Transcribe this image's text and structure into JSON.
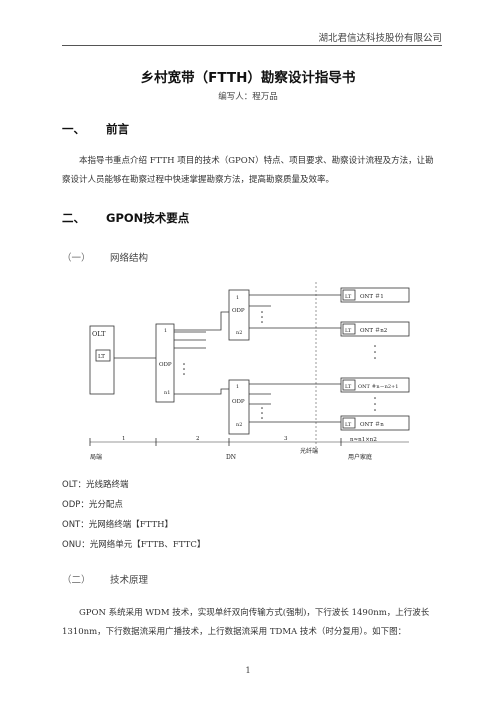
{
  "header": {
    "company": "湖北君信达科技股份有限公司"
  },
  "doc": {
    "title": "乡村宽带（FTTH）勘察设计指导书",
    "author": "编写人：程万品"
  },
  "sections": [
    {
      "num": "一、",
      "title": "前言"
    },
    {
      "num": "二、",
      "title": "GPON技术要点"
    }
  ],
  "preface": {
    "body": "本指导书重点介绍 FTTH 项目的技术（GPON）特点、项目要求、勘察设计流程及方法，让勘察设计人员能够在勘察过程中快速掌握勘察方法，提高勘察质量及效率。"
  },
  "subsections": [
    {
      "num": "（一）",
      "title": "网络结构"
    },
    {
      "num": "（二）",
      "title": "技术原理"
    }
  ],
  "diagram": {
    "olt": "OLT",
    "lt": "LT",
    "odp": "ODP",
    "odp_in": "1",
    "n1": "n1",
    "n2": "n2",
    "ont1": "ONT  ＃1",
    "ont2": "ONT  ＃n2",
    "ont3": "ONT  ＃n－n2+1",
    "ont4": "ONT ＃n",
    "ont_formula": "n≈n1×n2",
    "seg1": "1",
    "seg2": "2",
    "seg3": "3",
    "label_office": "局端",
    "label_dn": "DN",
    "label_fiber": "光纤端",
    "label_user": "用户家庭"
  },
  "definitions": [
    {
      "abbr": "OLT",
      "text": "：光线路终端"
    },
    {
      "abbr": "ODP",
      "text": "：光分配点"
    },
    {
      "abbr": "ONT",
      "text": "：光网络终端【FTTH】"
    },
    {
      "abbr": "ONU",
      "text": "：光网络单元【FTTB、FTTC】"
    }
  ],
  "principle": {
    "body": "GPON 系统采用 WDM 技术，实现单纤双向传输方式(强制)，下行波长 1490nm，上行波长 1310nm，下行数据流采用广播技术，上行数据流采用 TDMA 技术（时分复用）。如下图："
  },
  "footer": {
    "page": "1"
  }
}
